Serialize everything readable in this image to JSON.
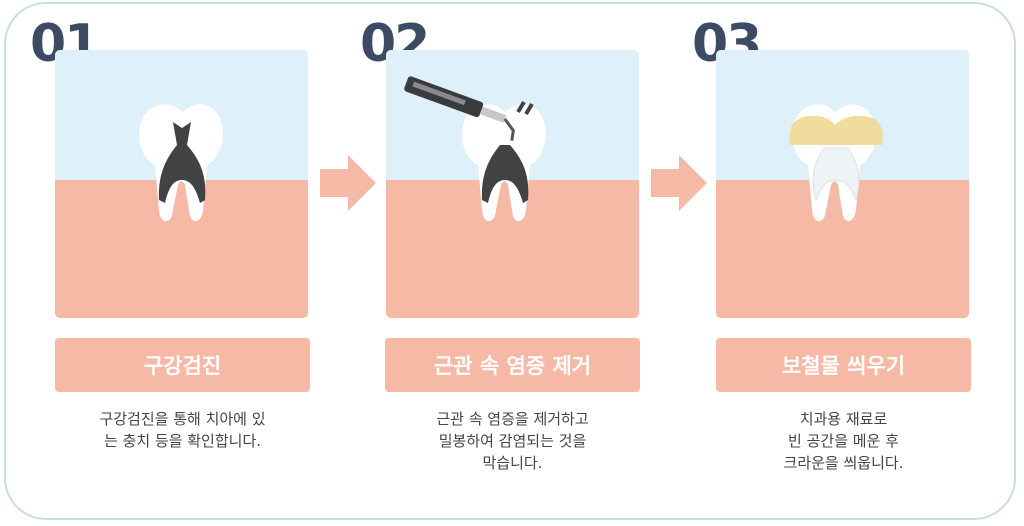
{
  "steps": [
    {
      "number": "01",
      "title": "구강검진",
      "description": [
        "구강검진을 통해 치아에 있",
        "는 충치 등을 확인합니다."
      ]
    },
    {
      "number": "02",
      "title": "근관 속 염증 제거",
      "description": [
        "근관 속 염증을 제거하고",
        "밀봉하여 감염되는 것을",
        "막습니다."
      ]
    },
    {
      "number": "03",
      "title": "보철물 씌우기",
      "description": [
        "치과용 재료로",
        "빈 공간을 메운 후",
        "크라운을 씌웁니다."
      ]
    }
  ],
  "colors": {
    "sky": "#def0f9",
    "gum": "#f6b9a5",
    "number": "#3d4a63",
    "decay": "#424244",
    "crown": "#f0dc9c"
  }
}
